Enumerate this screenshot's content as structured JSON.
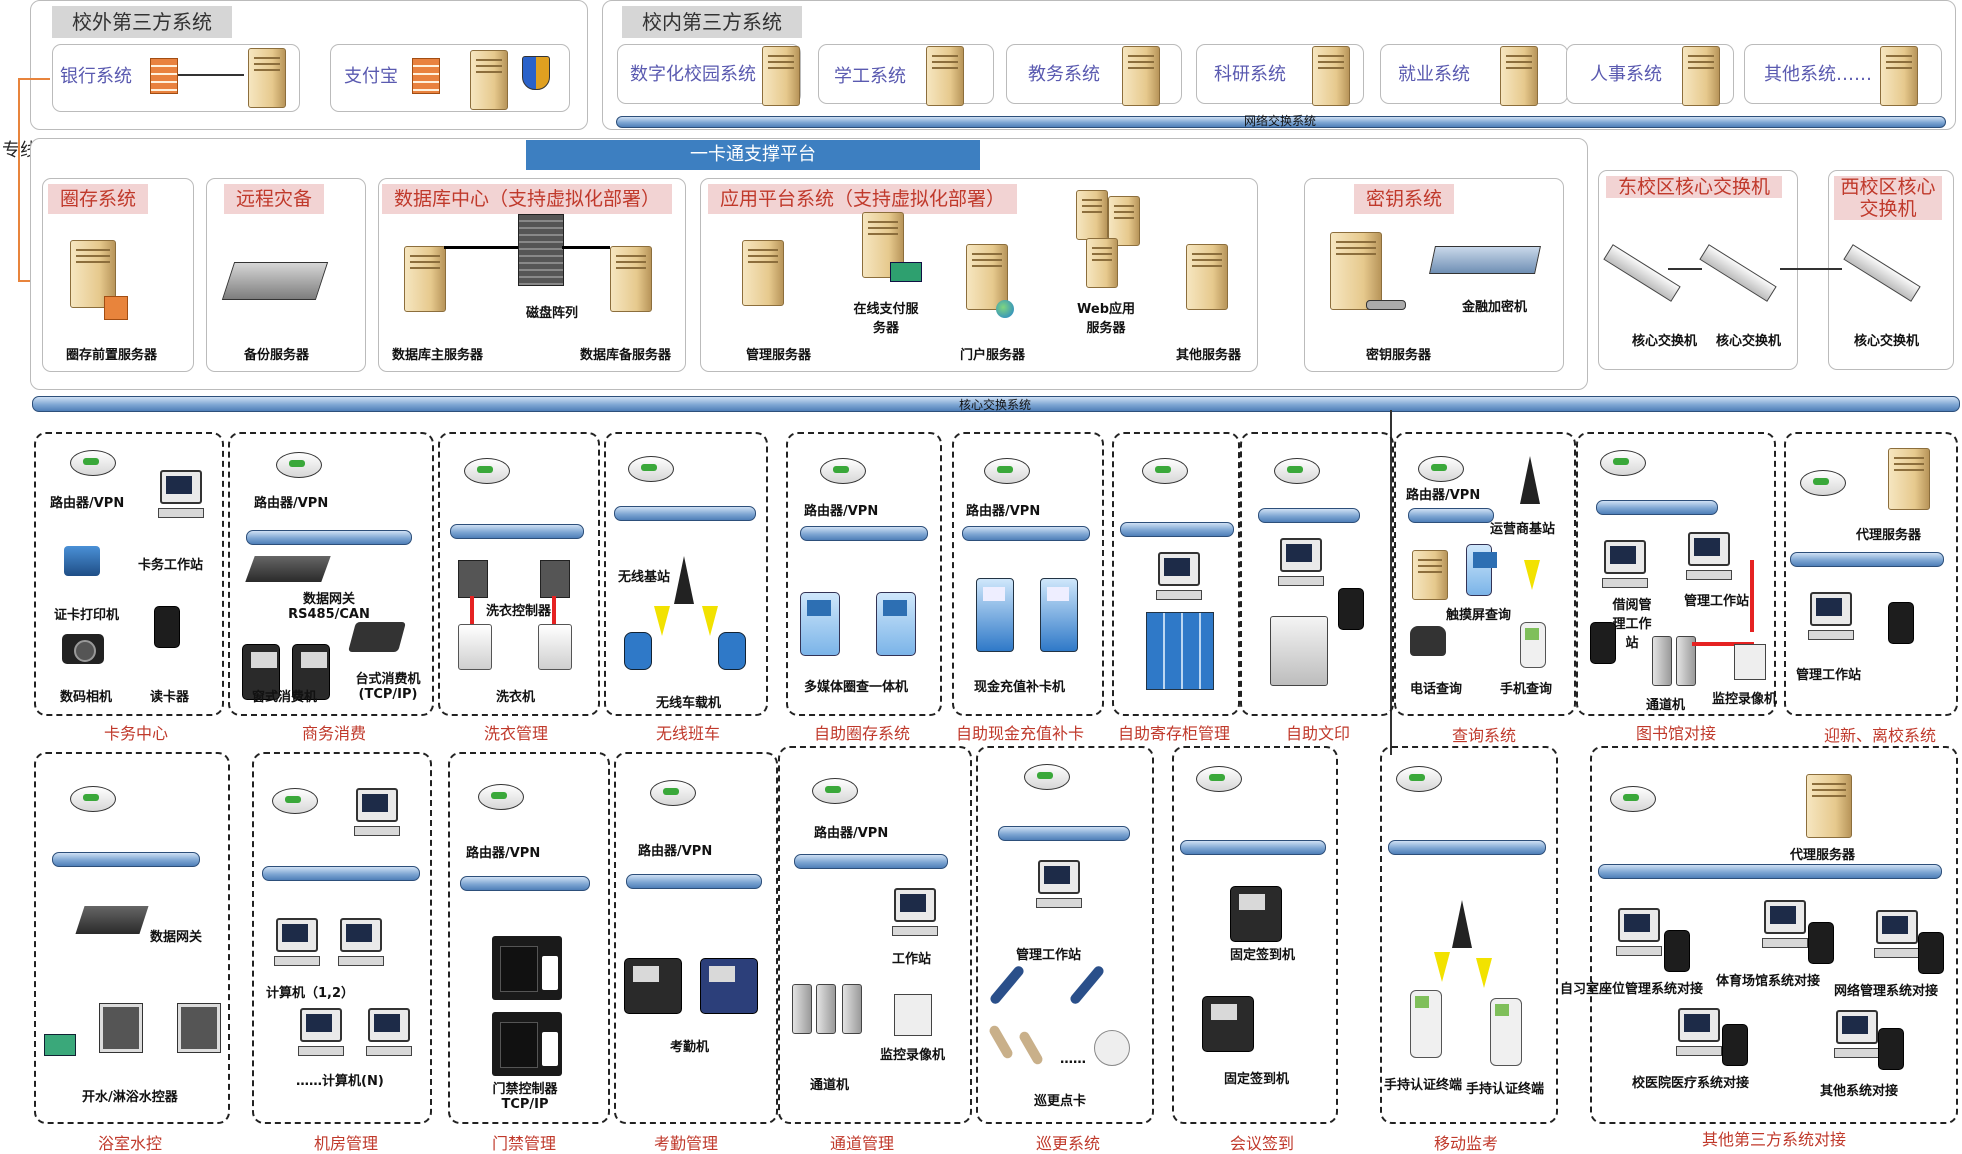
{
  "external": {
    "title": "校外第三方系统",
    "systems": [
      "银行系统",
      "支付宝"
    ]
  },
  "internal": {
    "title": "校内第三方系统",
    "systems": [
      "数字化校园系统",
      "学工系统",
      "教务系统",
      "科研系统",
      "就业系统",
      "人事系统",
      "其他系统……"
    ],
    "bus_label": "网络交换系统"
  },
  "dedicated_line": "专线",
  "platform": {
    "title": "一卡通支撑平台",
    "sections": [
      {
        "title": "圈存系统",
        "items": [
          "圈存前置服务器"
        ]
      },
      {
        "title": "远程灾备",
        "items": [
          "备份服务器"
        ]
      },
      {
        "title": "数据库中心（支持虚拟化部署）",
        "items": [
          "数据库主服务器",
          "磁盘阵列",
          "数据库备服务器"
        ]
      },
      {
        "title": "应用平台系统（支持虚拟化部署）",
        "items": [
          "管理服务器",
          "在线支付服务器",
          "门户服务器",
          "Web应用服务器",
          "其他服务器"
        ]
      },
      {
        "title": "密钥系统",
        "items": [
          "密钥服务器",
          "金融加密机"
        ]
      }
    ]
  },
  "campus": {
    "east": {
      "title": "东校区核心交换机",
      "items": [
        "核心交换机",
        "核心交换机"
      ]
    },
    "west": {
      "title": "西校区核心交换机",
      "items": [
        "核心交换机"
      ]
    }
  },
  "core_bus_label": "核心交换系统",
  "row1": [
    {
      "caption": "卡务中心",
      "labels": [
        "路由器/VPN",
        "卡务工作站",
        "证卡打印机",
        "读卡器",
        "数码相机"
      ]
    },
    {
      "caption": "商务消费",
      "labels": [
        "路由器/VPN",
        "数据网关 RS485/CAN",
        "窗式消费机",
        "台式消费机 (TCP/IP)"
      ]
    },
    {
      "caption": "洗衣管理",
      "labels": [
        "洗衣控制器",
        "洗衣机"
      ]
    },
    {
      "caption": "无线班车",
      "labels": [
        "无线基站",
        "无线车载机"
      ]
    },
    {
      "caption": "自助圈存系统",
      "labels": [
        "路由器/VPN",
        "多媒体圈查一体机"
      ]
    },
    {
      "caption": "自助现金充值补卡",
      "labels": [
        "路由器/VPN",
        "现金充值补卡机"
      ]
    },
    {
      "caption": "自助寄存柜管理",
      "labels": []
    },
    {
      "caption": "自助文印",
      "labels": []
    },
    {
      "caption": "查询系统",
      "labels": [
        "路由器/VPN",
        "运营商基站",
        "触摸屏查询",
        "电话查询",
        "手机查询"
      ]
    },
    {
      "caption": "图书馆对接",
      "labels": [
        "借阅管理工作站",
        "管理工作站",
        "通道机",
        "监控录像机"
      ]
    },
    {
      "caption": "迎新、离校系统",
      "labels": [
        "代理服务器",
        "管理工作站"
      ]
    }
  ],
  "row2": [
    {
      "caption": "浴室水控",
      "labels": [
        "数据网关",
        "开水/淋浴水控器"
      ]
    },
    {
      "caption": "机房管理",
      "labels": [
        "计算机（1,2）",
        "……计算机(N)"
      ]
    },
    {
      "caption": "门禁管理",
      "labels": [
        "路由器/VPN",
        "门禁控制器 TCP/IP"
      ]
    },
    {
      "caption": "考勤管理",
      "labels": [
        "路由器/VPN",
        "考勤机"
      ]
    },
    {
      "caption": "通道管理",
      "labels": [
        "路由器/VPN",
        "工作站",
        "通道机",
        "监控录像机"
      ]
    },
    {
      "caption": "巡更系统",
      "labels": [
        "管理工作站",
        "……",
        "巡更点卡"
      ]
    },
    {
      "caption": "会议签到",
      "labels": [
        "固定签到机",
        "固定签到机"
      ]
    },
    {
      "caption": "移动监考",
      "labels": [
        "手持认证终端",
        "手持认证终端"
      ]
    },
    {
      "caption": "其他第三方系统对接",
      "labels": [
        "代理服务器",
        "自习室座位管理系统对接",
        "体育场馆系统对接",
        "网络管理系统对接",
        "校医院医疗系统对接",
        "其他系统对接"
      ]
    }
  ]
}
